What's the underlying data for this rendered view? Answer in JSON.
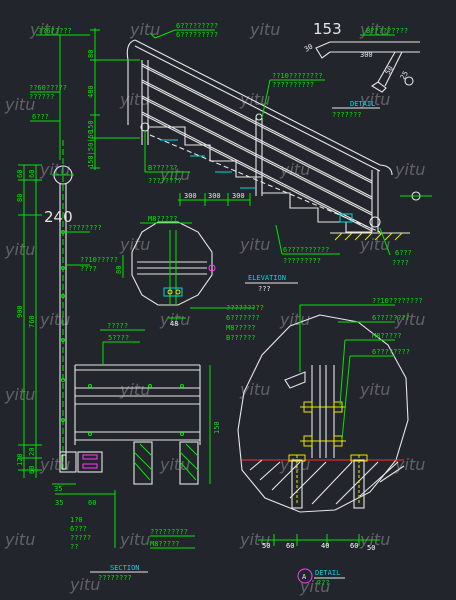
{
  "labels": {
    "top_left_note": "??6?????",
    "handrail_note": "6?????????",
    "mid_left_note1": "??60?????",
    "mid_left_note2": "6???",
    "mid_left_note3": "??????",
    "b_note": "B??????",
    "b_note2": "????????",
    "m8_note": "M8?????",
    "left_bracket_note": "????????",
    "bolt_note1": "??10?????",
    "bolt_note2": "????",
    "d_note1": "?????????",
    "d_note2": "6???????",
    "d_note3": "M8?????",
    "d_note4": "B??????",
    "elev_note1": "??10????????",
    "elev_note2": "??????????",
    "elev_bottom_note1": "6??????????",
    "elev_bottom_note2": "?????????",
    "post_note1": "6???",
    "post_note2": "????",
    "right_top_note": "B?????????",
    "detail_title": "DETAIL",
    "detail_sub": "???????",
    "elevation_title": "ELEVATION",
    "elevation_sub": "???",
    "section_title": "SECTION",
    "section_sub": "????????",
    "detail_a_title": "DETAIL",
    "detail_a_sub": "???",
    "detail_a_letter": "A",
    "sec_note1": "?????",
    "sec_note2": "5????",
    "sec_note3": "?????????",
    "sec_note4": "M8?????",
    "sec_note5": "1?0",
    "sec_note6": "6???",
    "sec_note7": "?????",
    "sec_note8": "??",
    "da_note1": "??10????????",
    "da_note2": "6????????",
    "da_note3": "M8?????",
    "da_note4": "6????????"
  },
  "dims": {
    "d240": "240",
    "d900": "900",
    "d760": "760",
    "d120": "120",
    "d60a": "60",
    "d80a": "80",
    "d60b": "60",
    "d20": "20",
    "d30": "30",
    "d60c": "60",
    "d150": "150",
    "d300a": "300",
    "d300b": "300",
    "d300c": "300",
    "d80b": "80",
    "d48": "48",
    "d153": "153",
    "d300d": "300",
    "d50": "50",
    "d25": "25",
    "d150b": "150",
    "d50b": "50",
    "d60d": "60",
    "d40": "40",
    "d60e": "60",
    "d50c": "50",
    "d480": "480",
    "d80c": "80",
    "d1550": "150|50|50",
    "d35": "35",
    "d35b": "35"
  },
  "watermark": "yitu"
}
